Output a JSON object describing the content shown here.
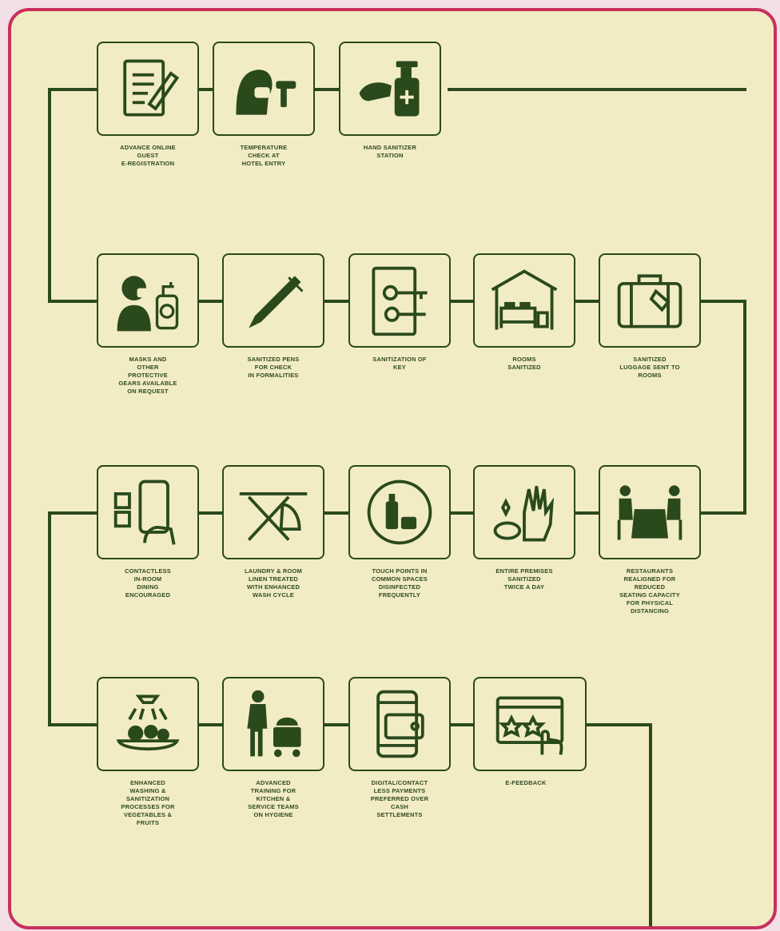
{
  "colors": {
    "border": "#c8305c",
    "background": "#f2ecc4",
    "line": "#2a4a1c",
    "text": "#2f4a22"
  },
  "rows": [
    {
      "steps": [
        {
          "icon": "document-pen-icon",
          "label": "ADVANCE ONLINE\nGUEST\nE-REGISTRATION"
        },
        {
          "icon": "temperature-check-icon",
          "label": "TEMPERATURE\nCHECK AT\nHOTEL ENTRY"
        },
        {
          "icon": "hand-sanitizer-icon",
          "label": "HAND SANITIZER\nSTATION"
        }
      ]
    },
    {
      "steps": [
        {
          "icon": "mask-sanitizer-icon",
          "label": "MASKS AND\nOTHER\nPROTECTIVE\nGEARS AVAILABLE\nON REQUEST"
        },
        {
          "icon": "pen-icon",
          "label": "SANITIZED PENS\nFOR CHECK\nIN FORMALITIES"
        },
        {
          "icon": "door-key-icon",
          "label": "SANITIZATION OF\nKEY"
        },
        {
          "icon": "bedroom-icon",
          "label": "ROOMS\nSANITIZED"
        },
        {
          "icon": "luggage-icon",
          "label": "SANITIZED\nLUGGAGE SENT TO\nROOMS"
        }
      ]
    },
    {
      "steps": [
        {
          "icon": "contactless-menu-icon",
          "label": "CONTACTLESS\nIN-ROOM\nDINING\nENCOURAGED"
        },
        {
          "icon": "ironing-board-icon",
          "label": "LAUNDRY & ROOM\nLINEN TREATED\nWITH ENHANCED\nWASH CYCLE"
        },
        {
          "icon": "cleaning-supplies-icon",
          "label": "TOUCH POINTS IN\nCOMMON SPACES\nDISINFECTED\nFREQUENTLY"
        },
        {
          "icon": "gloves-sparkle-icon",
          "label": "ENTIRE PREMISES\nSANITIZED\nTWICE A DAY"
        },
        {
          "icon": "distanced-dining-icon",
          "label": "RESTAURANTS\nREALIGNED FOR\nREDUCED\nSEATING CAPACITY\nFOR PHYSICAL\nDISTANCING"
        }
      ]
    },
    {
      "steps": [
        {
          "icon": "washing-vegetables-icon",
          "label": "ENHANCED\nWASHING &\nSANITIZATION\nPROCESSES FOR\nVEGETABLES &\nFRUITS"
        },
        {
          "icon": "room-service-staff-icon",
          "label": "ADVANCED\nTRAINING FOR\nKITCHEN &\nSERVICE TEAMS\nON HYGIENE"
        },
        {
          "icon": "mobile-wallet-icon",
          "label": "DIGITAL/CONTACT\nLESS PAYMENTS\nPREFERRED OVER\nCASH\nSETTLEMENTS"
        },
        {
          "icon": "star-rating-icon",
          "label": "E-FEEDBACK"
        }
      ]
    }
  ]
}
